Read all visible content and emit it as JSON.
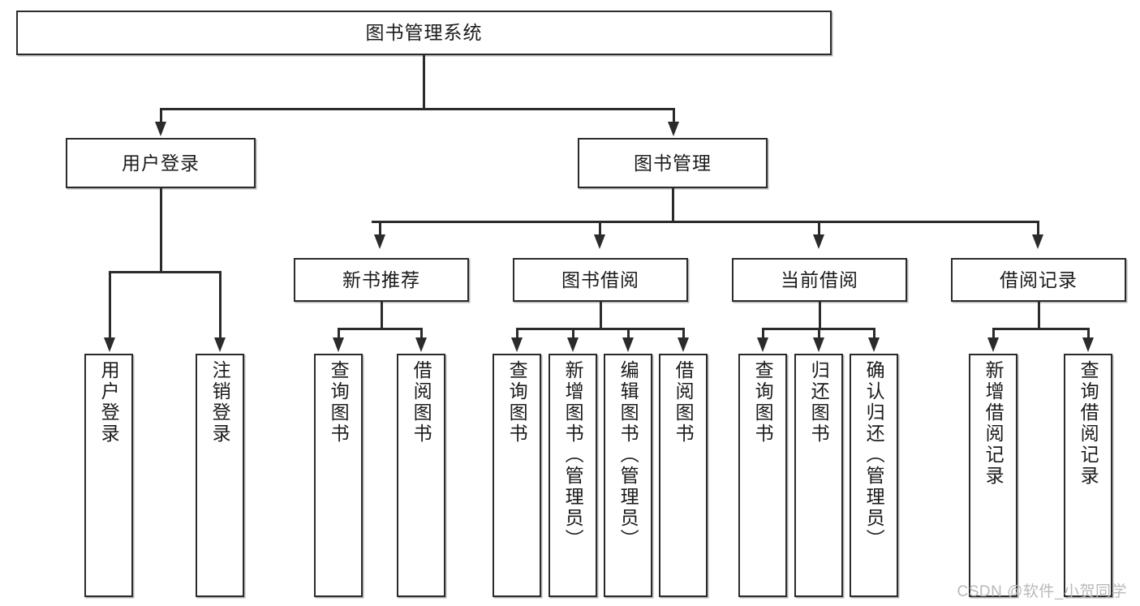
{
  "diagram": {
    "type": "tree-hierarchy",
    "title": "图书管理系统",
    "watermark": "CSDN @软件_小贺同学",
    "colors": {
      "stroke": "#2b2b2b",
      "fill": "#ffffff",
      "text": "#1b1b1b",
      "watermark": "#b9b9b9"
    },
    "levels": {
      "root": {
        "label": "图书管理系统"
      },
      "level2": [
        {
          "label": "用户登录"
        },
        {
          "label": "图书管理"
        }
      ],
      "level3": [
        {
          "label": "新书推荐"
        },
        {
          "label": "图书借阅"
        },
        {
          "label": "当前借阅"
        },
        {
          "label": "借阅记录"
        }
      ]
    },
    "groups": [
      {
        "parent": "用户登录",
        "leaves": [
          {
            "label": "用户登录"
          },
          {
            "label": "注销登录"
          }
        ]
      },
      {
        "parent": "新书推荐",
        "leaves": [
          {
            "label": "查询图书"
          },
          {
            "label": "借阅图书"
          }
        ]
      },
      {
        "parent": "图书借阅",
        "leaves": [
          {
            "label": "查询图书"
          },
          {
            "label": "新增图书（管理员）"
          },
          {
            "label": "编辑图书（管理员）"
          },
          {
            "label": "借阅图书"
          }
        ]
      },
      {
        "parent": "当前借阅",
        "leaves": [
          {
            "label": "查询图书"
          },
          {
            "label": "归还图书"
          },
          {
            "label": "确认归还（管理员）"
          }
        ]
      },
      {
        "parent": "借阅记录",
        "leaves": [
          {
            "label": "新增借阅记录"
          },
          {
            "label": "查询借阅记录"
          }
        ]
      }
    ]
  }
}
